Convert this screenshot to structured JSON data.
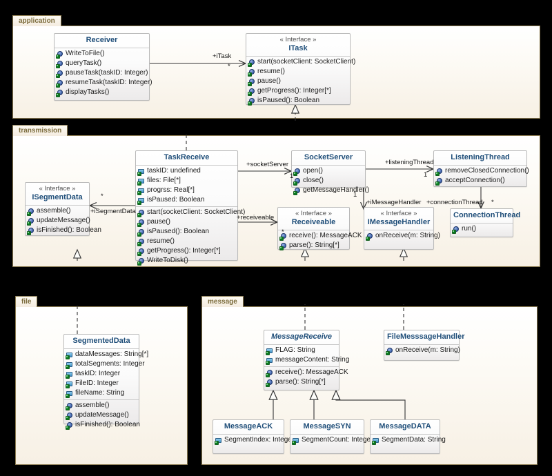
{
  "diagram": {
    "kind": "uml-class-diagram",
    "colors": {
      "package_border": "#8a7a50",
      "package_tab_text": "#7a6a3a",
      "class_title": "#1f4e79",
      "class_border": "#b9b9b9",
      "connector": "#333333",
      "canvas_background": "#000000"
    }
  },
  "packages": [
    {
      "name": "application"
    },
    {
      "name": "transmission"
    },
    {
      "name": "file"
    },
    {
      "name": "message"
    }
  ],
  "classes": {
    "receiver": {
      "name": "Receiver",
      "stereotype": "",
      "attributes": [],
      "methods": [
        "WriteToFile()",
        "queryTask()",
        "pauseTask(taskID: Integer)",
        "resumeTask(taskID: Integer)",
        "displayTasks()"
      ]
    },
    "itask": {
      "name": "ITask",
      "stereotype": "« Interface »",
      "attributes": [],
      "methods": [
        "start(socketClient: SocketClient)",
        "resume()",
        "pause()",
        "getProgress(): Integer[*]",
        "isPaused(): Boolean"
      ]
    },
    "task_receive": {
      "name": "TaskReceive",
      "stereotype": "",
      "attributes": [
        "taskID: undefined",
        "files: File[*]",
        "progrss: Real[*]",
        "isPaused: Boolean"
      ],
      "methods": [
        "start(socketClient: SocketClient)",
        "pause()",
        "isPaused(): Boolean",
        "resume()",
        "getProgress(): Integer[*]",
        "WriteToDisk()"
      ]
    },
    "isegment_data": {
      "name": "ISegmentData",
      "stereotype": "« Interface »",
      "attributes": [],
      "methods": [
        "assemble()",
        "updateMessage()",
        "isFinished(): Boolean"
      ]
    },
    "socket_server": {
      "name": "SocketServer",
      "stereotype": "",
      "attributes": [],
      "methods": [
        "open()",
        "close()",
        "getMessageHandler()"
      ]
    },
    "listening_thread": {
      "name": "ListeningThread",
      "stereotype": "",
      "attributes": [],
      "methods": [
        "removeClosedConnection()",
        "acceptConnection()"
      ]
    },
    "receiveable": {
      "name": "Receiveable",
      "stereotype": "« Interface »",
      "attributes": [],
      "methods": [
        "receive(): MessageACK",
        "parse(): String[*]"
      ]
    },
    "imessage_handler": {
      "name": "IMessageHandler",
      "stereotype": "« Interface »",
      "attributes": [],
      "methods": [
        "onReceive(m: String)"
      ]
    },
    "connection_thread": {
      "name": "ConnectionThread",
      "stereotype": "",
      "attributes": [],
      "methods": [
        "run()"
      ]
    },
    "segmented_data": {
      "name": "SegmentedData",
      "stereotype": "",
      "attributes": [
        "dataMessages: String[*]",
        "totalSegments: Integer",
        "taskID: Integer",
        "FileID: Integer",
        "fileName: String"
      ],
      "methods": [
        "assemble()",
        "updateMessage()",
        "isFinished(): Boolean"
      ]
    },
    "message_receive": {
      "name": "MessageReceive",
      "stereotype": "",
      "abstract": true,
      "attributes": [
        "FLAG: String",
        "messageContent: String"
      ],
      "methods": [
        "receive(): MessageACK",
        "parse(): String[*]"
      ]
    },
    "file_message_handler": {
      "name": "FileMesssageHandler",
      "stereotype": "",
      "attributes": [],
      "methods": [
        "onReceive(m: String)"
      ]
    },
    "message_ack": {
      "name": "MessageACK",
      "stereotype": "",
      "attributes": [
        "SegmentIndex: Integer"
      ],
      "methods": []
    },
    "message_syn": {
      "name": "MessageSYN",
      "stereotype": "",
      "attributes": [
        "SegmentCount: Integer"
      ],
      "methods": []
    },
    "message_data": {
      "name": "MessageDATA",
      "stereotype": "",
      "attributes": [
        "SegmentData: String"
      ],
      "methods": []
    }
  },
  "connector_labels": {
    "itask_role": "+iTask",
    "itask_mult": "*",
    "isegment_role": "+iSegmentData",
    "isegment_mult": "*",
    "socketserver_role": "+socketServer",
    "socketserver_mult": "1",
    "listeningthread_role": "+listeningThread",
    "listeningthread_mult": "1",
    "receiveable_role": "+receiveable",
    "receiveable_mult": "*",
    "imessagehandler_role": "+iMessageHandler",
    "imessagehandler_mult": "1",
    "connectionthread_role": "+connectionThread",
    "connectionthread_mult": "*"
  }
}
